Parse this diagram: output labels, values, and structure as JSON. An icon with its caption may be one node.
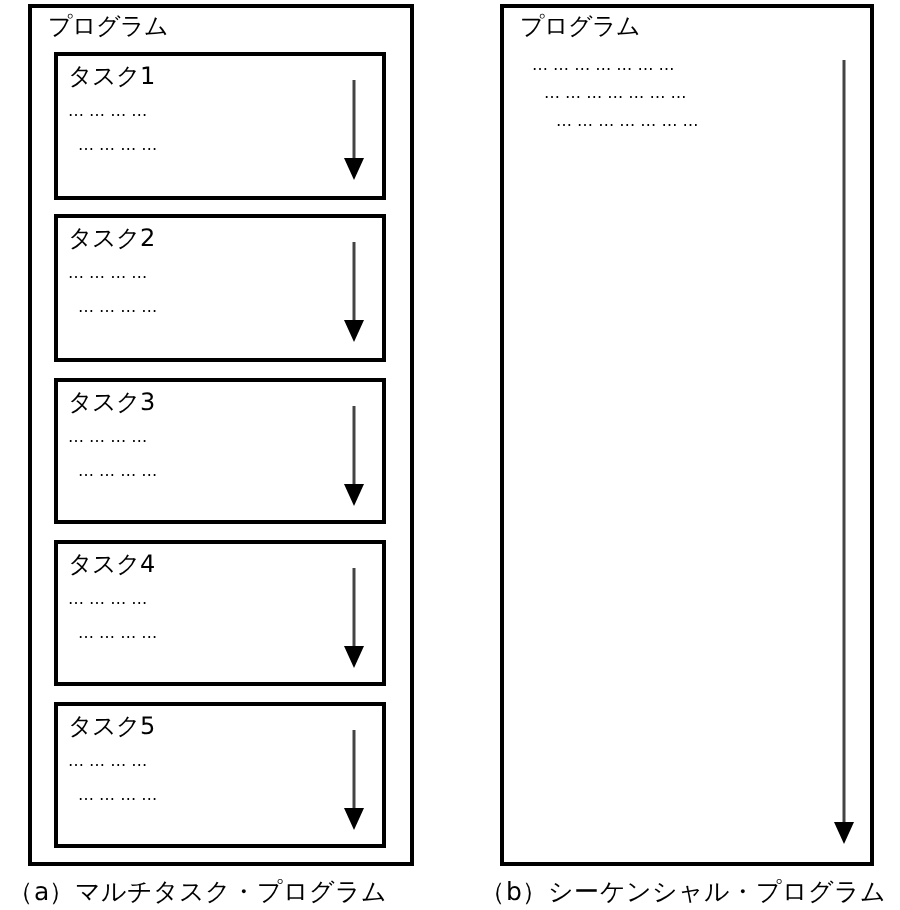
{
  "diagram": {
    "nodes": [
      {
        "text": [
          "プログラム"
        ]
      },
      {
        "text": [
          "タスク1",
          "… … … …",
          "… … … …"
        ],
        "in": 0
      },
      {
        "text": [
          "タスク2",
          "… … … …",
          "… … … …"
        ],
        "in": 0
      },
      {
        "text": [
          "タスク3",
          "… … … …",
          "… … … …"
        ],
        "in": 0
      },
      {
        "text": [
          "タスク4",
          "… … … …",
          "… … … …"
        ],
        "in": 0
      },
      {
        "text": [
          "タスク5",
          "… … … …",
          "… … … …"
        ],
        "in": 0
      },
      {
        "text": [
          "プログラム",
          "… … … … … … …",
          "… … … … … … …",
          "… … … … … … …"
        ]
      }
    ],
    "edges": [],
    "labels": [
      "（a）マルチタスク・プログラム",
      "（b）シーケンシャル・プログラム"
    ]
  }
}
